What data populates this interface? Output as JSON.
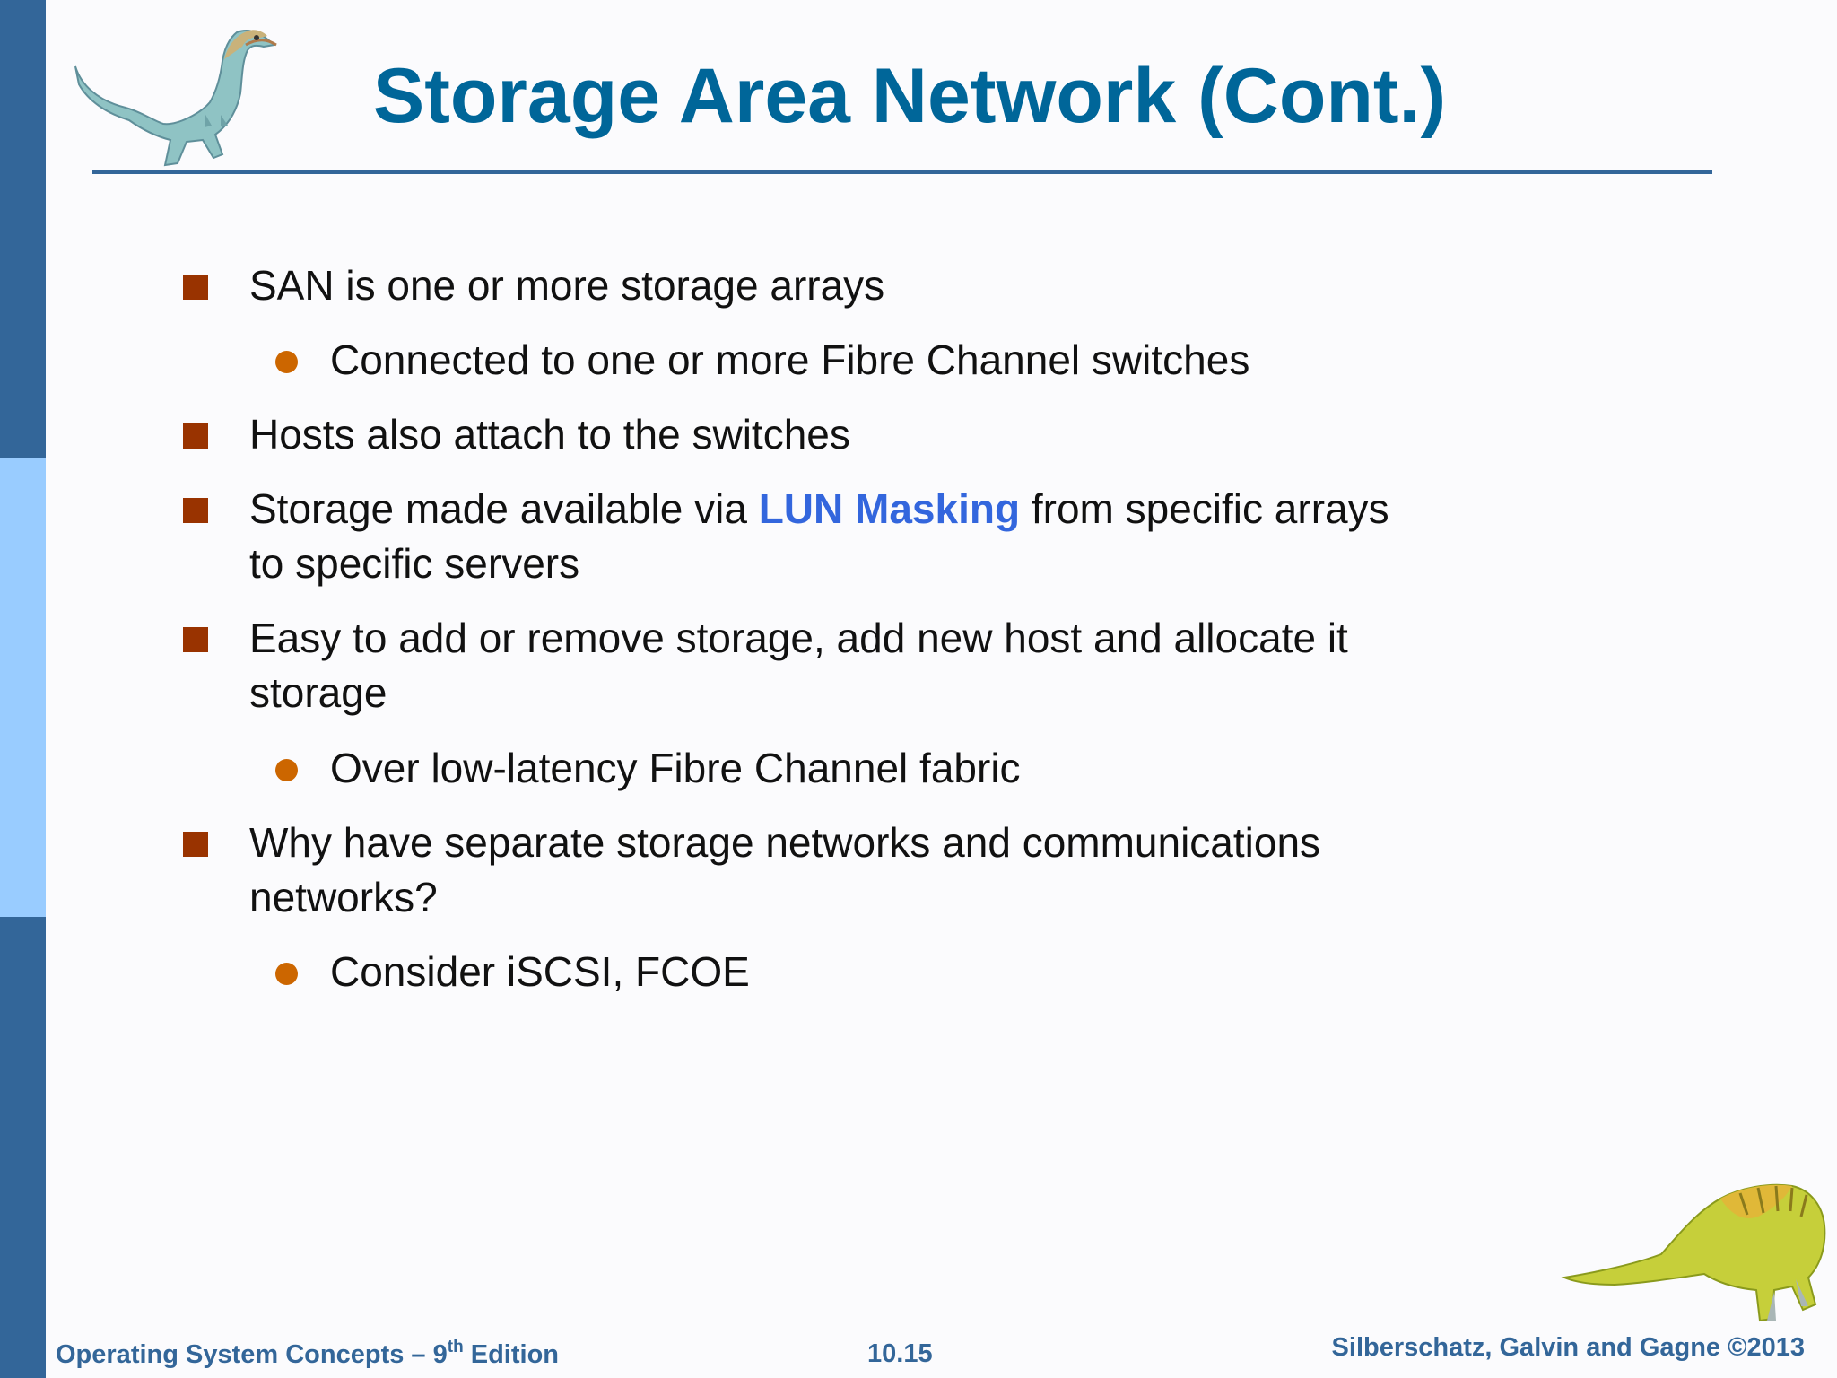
{
  "slide": {
    "title": "Storage Area Network (Cont.)",
    "bullets": [
      {
        "level": 1,
        "text": "SAN is one or more storage arrays"
      },
      {
        "level": 2,
        "text": "Connected to one or more Fibre Channel switches"
      },
      {
        "level": 1,
        "text": "Hosts also attach to the switches"
      },
      {
        "level": 1,
        "pre": "Storage made available via ",
        "highlight": "LUN Masking",
        "post": " from specific arrays",
        "line2": "to specific servers"
      },
      {
        "level": 1,
        "text": "Easy to add or remove storage, add new host and allocate it",
        "line2": "storage"
      },
      {
        "level": 2,
        "text": "Over low-latency Fibre Channel fabric"
      },
      {
        "level": 1,
        "text": "Why have separate storage networks and communications",
        "line2": "networks?"
      },
      {
        "level": 2,
        "text": "Consider iSCSI, FCOE"
      }
    ]
  },
  "footer": {
    "book_prefix": "Operating System Concepts – 9",
    "book_sup": "th",
    "book_suffix": " Edition",
    "page": "10.15",
    "authors": "Silberschatz, Galvin and Gagne ©2013"
  },
  "colors": {
    "title": "#006699",
    "rule": "#336699",
    "sidebar_dark": "#336699",
    "sidebar_light": "#99ccff",
    "bullet_square": "#993300",
    "bullet_dot": "#cc6600",
    "highlight": "#3366dd",
    "footer": "#336699"
  },
  "images": {
    "top_left": "dinosaur-icon",
    "bottom_right": "dinosaur-icon"
  }
}
